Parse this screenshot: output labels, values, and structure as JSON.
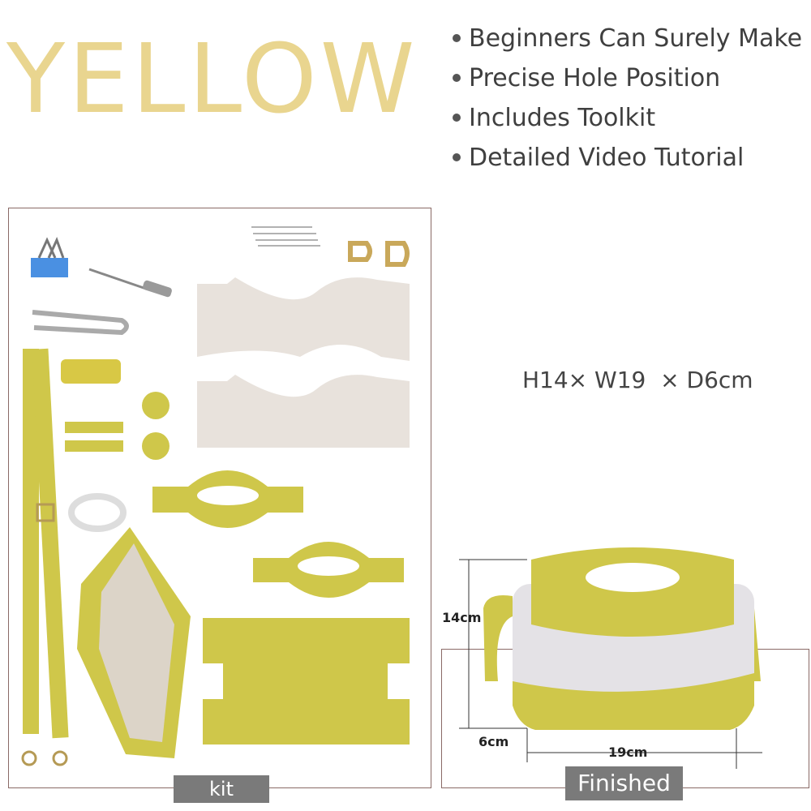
{
  "title": "YELLOW",
  "features": [
    "Beginners Can Surely Make",
    "Precise Hole Position",
    "Includes Toolkit",
    "Detailed Video Tutorial"
  ],
  "dimensions": "H14× W19  × D6cm",
  "labels": {
    "kit": "kit",
    "finished": "Finished"
  },
  "measurements": {
    "height": "14cm",
    "depth": "6cm",
    "width": "19cm"
  },
  "colors": {
    "title": "#e9d58f",
    "leather_yellow": "#cfc74a",
    "leather_cream": "#e8e2dc",
    "label_bg": "#7a7a7a"
  }
}
